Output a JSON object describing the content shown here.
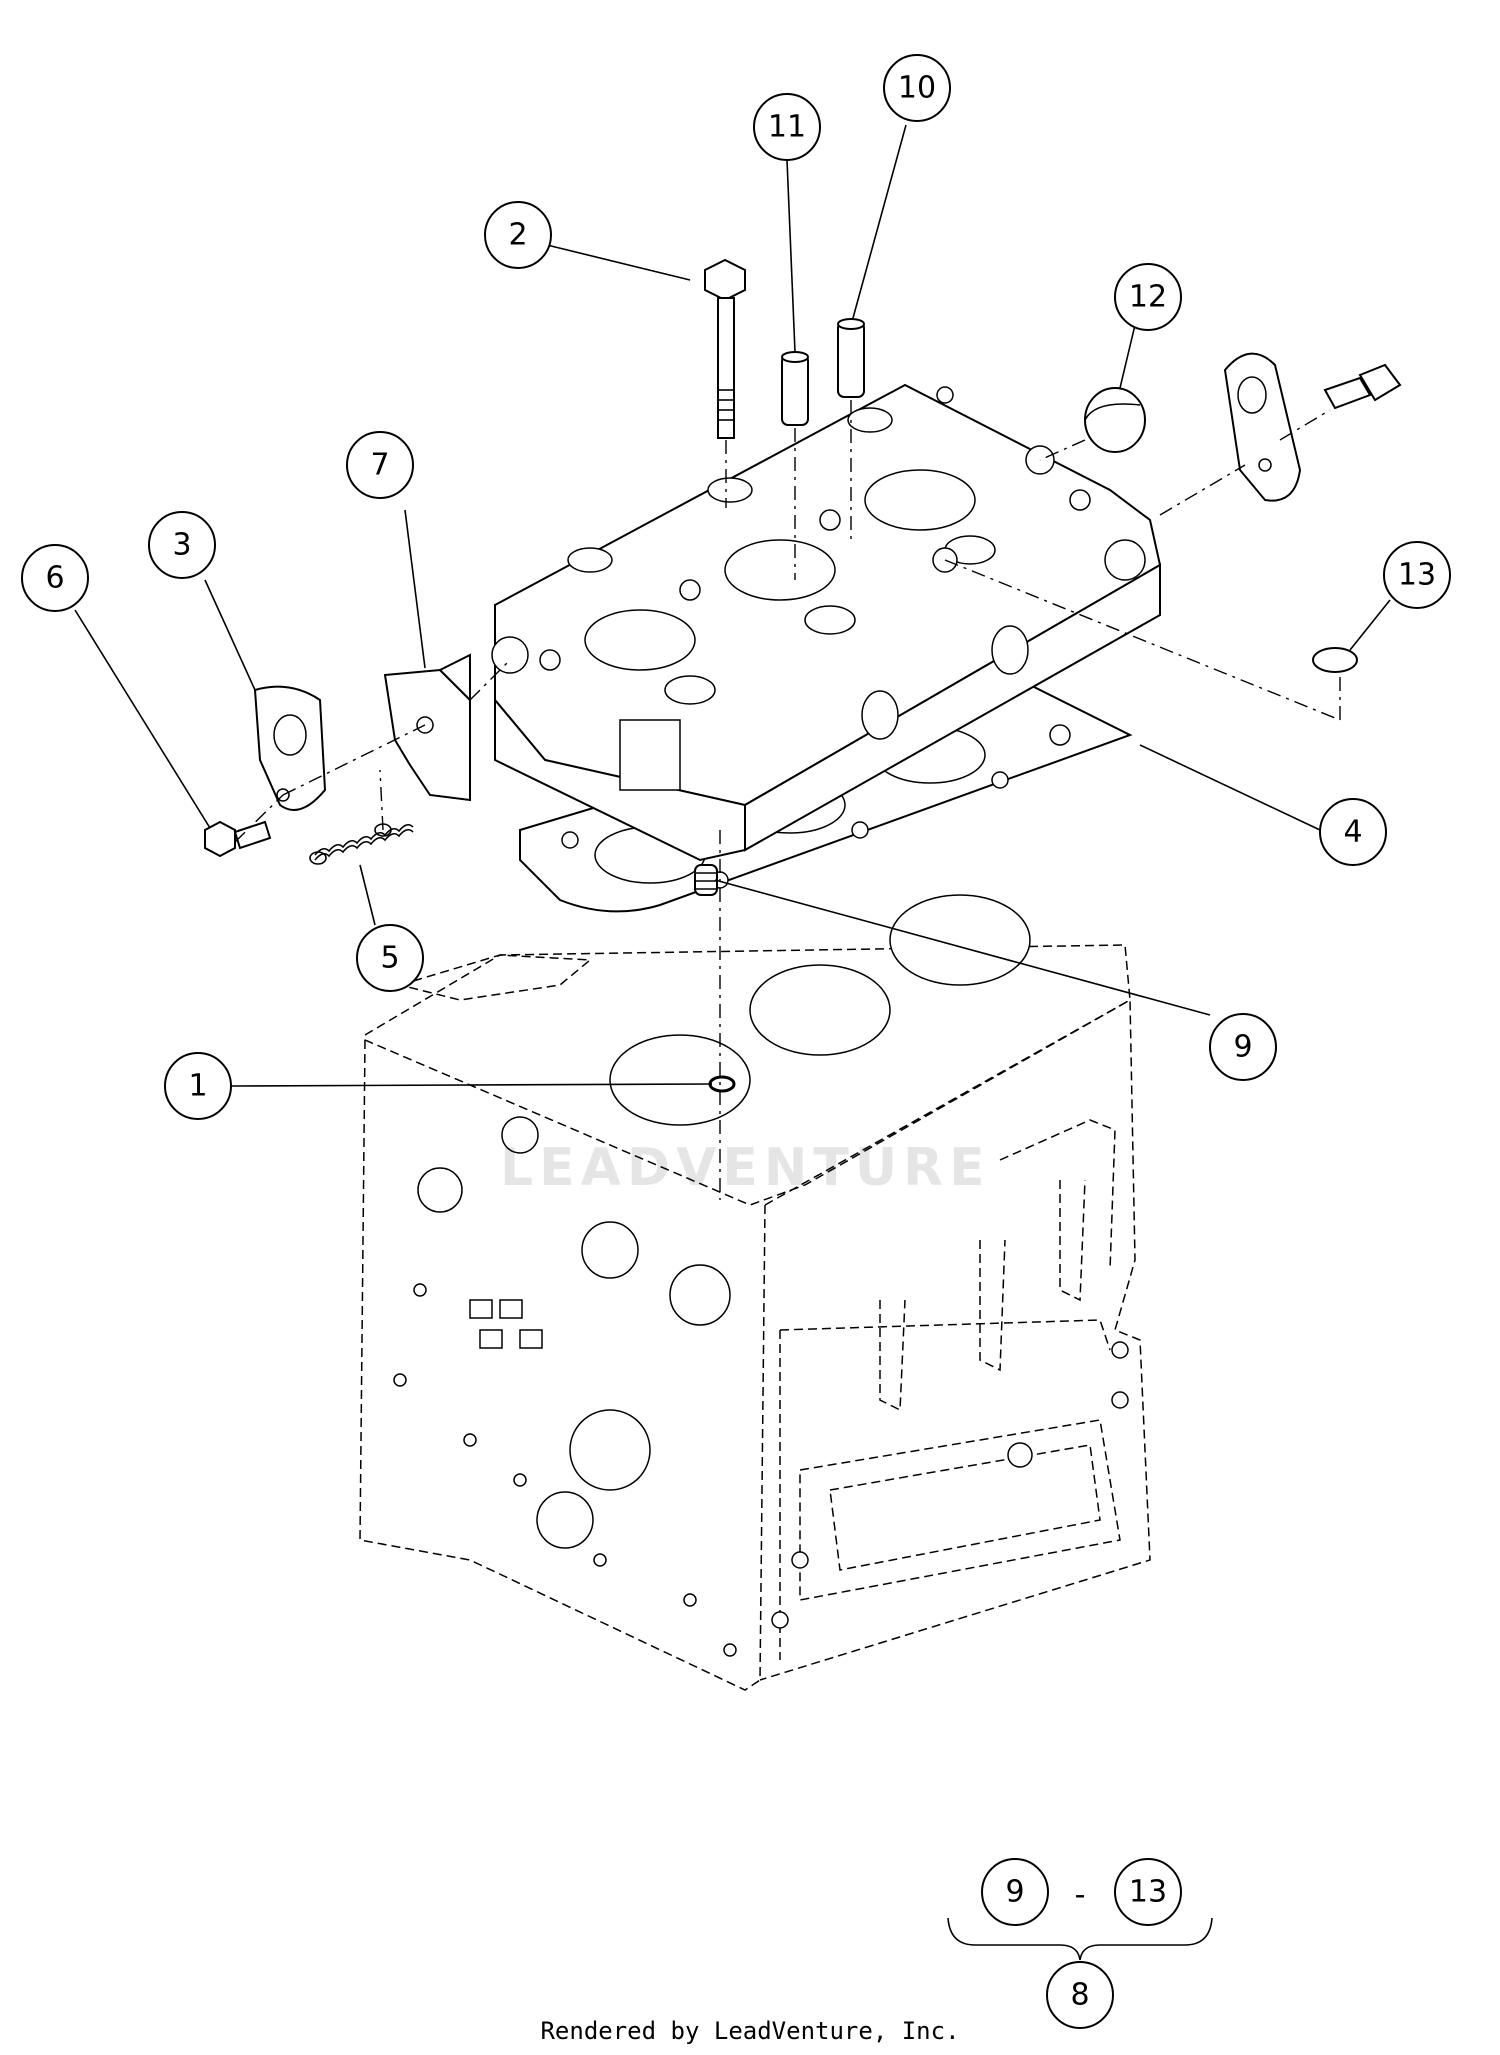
{
  "diagram": {
    "callouts": [
      {
        "id": "callout-1",
        "label": "1"
      },
      {
        "id": "callout-2",
        "label": "2"
      },
      {
        "id": "callout-3",
        "label": "3"
      },
      {
        "id": "callout-4",
        "label": "4"
      },
      {
        "id": "callout-5",
        "label": "5"
      },
      {
        "id": "callout-6",
        "label": "6"
      },
      {
        "id": "callout-7",
        "label": "7"
      },
      {
        "id": "callout-8",
        "label": "8"
      },
      {
        "id": "callout-9",
        "label": "9"
      },
      {
        "id": "callout-10",
        "label": "10"
      },
      {
        "id": "callout-11",
        "label": "11"
      },
      {
        "id": "callout-12",
        "label": "12"
      },
      {
        "id": "callout-13",
        "label": "13"
      }
    ],
    "kit_group": {
      "from_label": "9",
      "separator": "-",
      "to_label": "13",
      "kit_label": "8"
    },
    "watermark": "LEADVENTURE",
    "footer": "Rendered by LeadVenture, Inc."
  }
}
